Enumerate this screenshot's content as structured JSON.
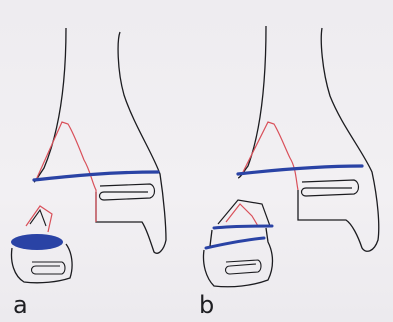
{
  "figure": {
    "panels": [
      {
        "id": "a",
        "label": "a"
      },
      {
        "id": "b",
        "label": "b"
      }
    ],
    "colors": {
      "outline": "#1c1c20",
      "fracture_line": "#2a43a5",
      "fragment_outline": "#d9505a",
      "background": "#f1eff2"
    }
  }
}
